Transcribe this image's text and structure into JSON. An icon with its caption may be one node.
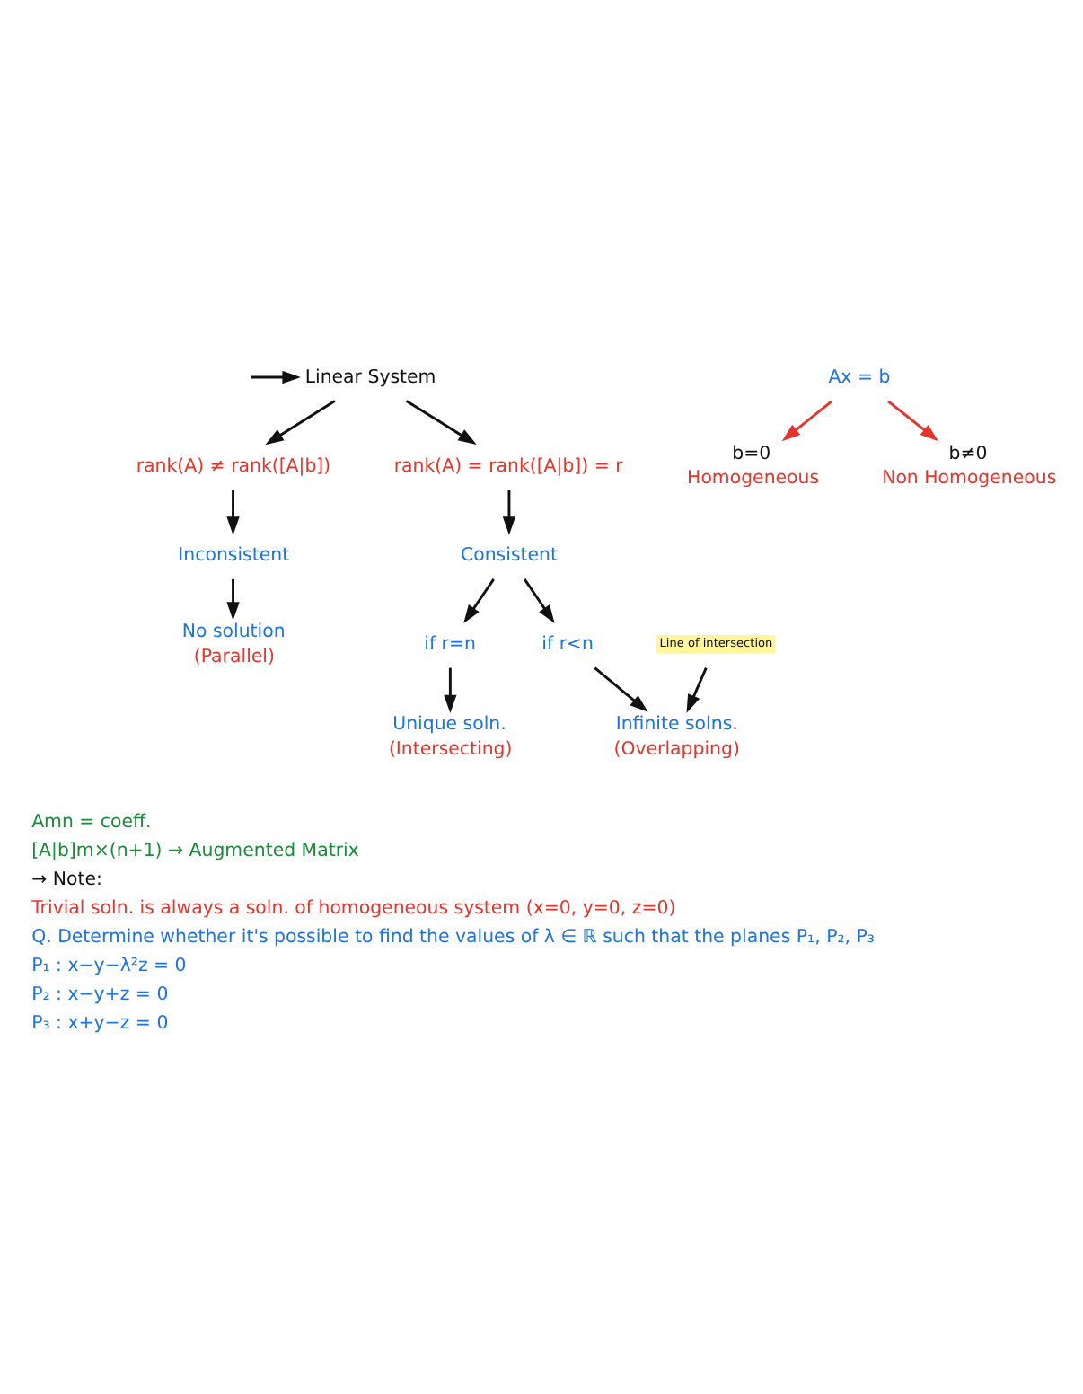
{
  "diagram": {
    "nodes": [
      {
        "text": [
          "Linear System"
        ]
      },
      {
        "text": [
          "Ax = b"
        ]
      },
      {
        "text": [
          "b=0",
          "Homogeneous"
        ]
      },
      {
        "text": [
          "b≠0",
          "Non Homogeneous"
        ]
      },
      {
        "text": [
          "rank(A) ≠ rank([A|b])"
        ]
      },
      {
        "text": [
          "Inconsistent"
        ]
      },
      {
        "text": [
          "No solution",
          "(Parallel)"
        ]
      },
      {
        "text": [
          "rank(A) = rank([A|b]) = r"
        ]
      },
      {
        "text": [
          "Consistent"
        ]
      },
      {
        "text": [
          "if r=n"
        ]
      },
      {
        "text": [
          "if r<n"
        ]
      },
      {
        "text": [
          "Unique soln.",
          "(Intersecting)"
        ]
      },
      {
        "text": [
          "Infinite solns.",
          "(Overlapping)"
        ]
      },
      {
        "text": [
          "Line of intersection"
        ]
      }
    ],
    "edges": [
      {
        "from": null,
        "to": 0,
        "arrow": "to"
      },
      {
        "from": 1,
        "to": 2,
        "arrow": "to",
        "color": "#e8332a"
      },
      {
        "from": 1,
        "to": 3,
        "arrow": "to",
        "color": "#e8332a"
      },
      {
        "from": 0,
        "to": 4,
        "arrow": "to"
      },
      {
        "from": 0,
        "to": 7,
        "arrow": "to"
      },
      {
        "from": 4,
        "to": 5,
        "arrow": "to"
      },
      {
        "from": 5,
        "to": 6,
        "arrow": "to"
      },
      {
        "from": 7,
        "to": 8,
        "arrow": "to"
      },
      {
        "from": 8,
        "to": 9,
        "arrow": "to"
      },
      {
        "from": 8,
        "to": 10,
        "arrow": "to"
      },
      {
        "from": 9,
        "to": 11,
        "arrow": "to"
      },
      {
        "from": 10,
        "to": 12,
        "arrow": "to"
      },
      {
        "from": 13,
        "to": 12,
        "arrow": "to"
      }
    ],
    "labels": [
      "Amn = coeff.",
      "[A|b]m×(n+1) → Augmented Matrix",
      "→ Note:",
      "Trivial soln. is always a soln. of homogeneous system (x=0, y=0, z=0)",
      "Q. Determine whether it's possible to find the values of λ ∈ ℝ such that the planes P₁, P₂, P₃",
      "P₁ : x−y−λ²z = 0",
      "P₂ : x−y+z = 0",
      "P₃ : x+y−z = 0"
    ]
  }
}
